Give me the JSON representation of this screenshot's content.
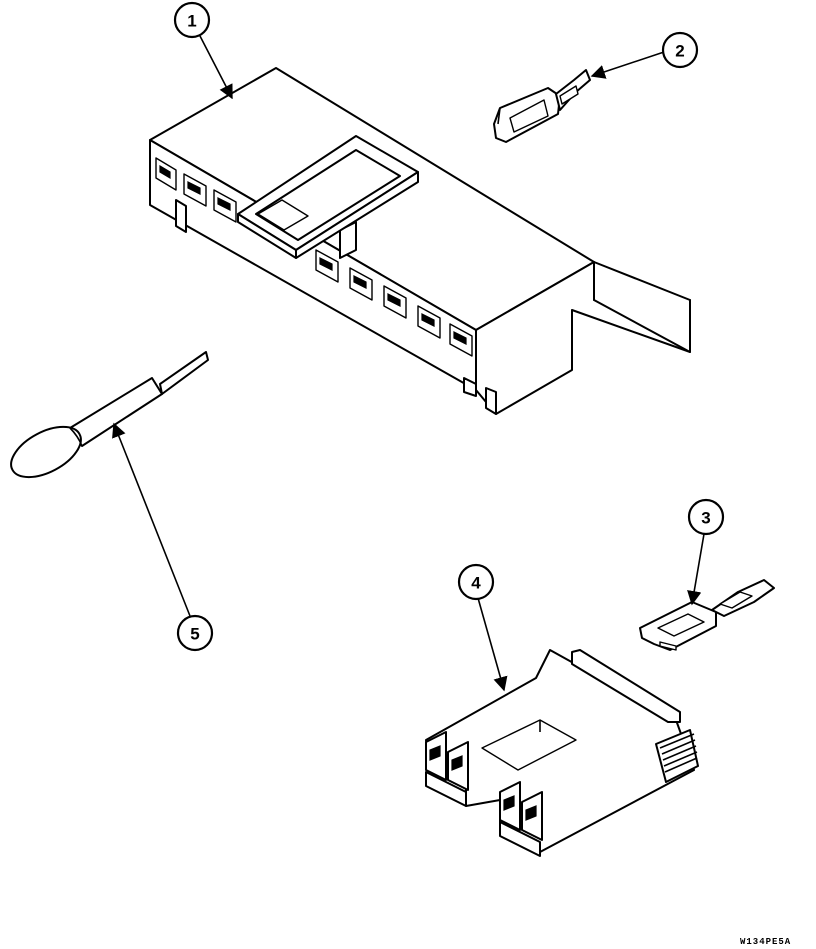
{
  "callouts": {
    "c1": "1",
    "c2": "2",
    "c3": "3",
    "c4": "4",
    "c5": "5"
  },
  "drawing_code": "W134PE5A",
  "icons": {
    "part1": "connector-housing-icon",
    "part2": "terminal-icon",
    "part3": "terminal-icon",
    "part4": "connector-plug-icon",
    "part5": "extraction-tool-icon"
  },
  "colors": {
    "line": "#000000",
    "background": "#ffffff"
  }
}
